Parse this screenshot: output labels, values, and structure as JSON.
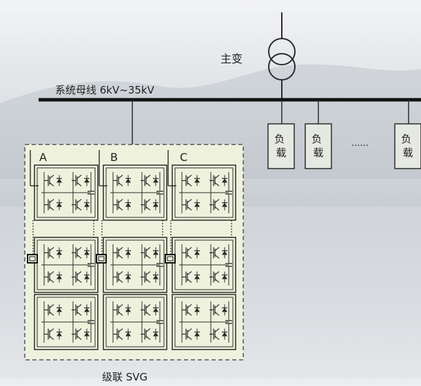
{
  "transformer_label": "主变",
  "bus_label": "系统母线 6kV~35kV",
  "phases": [
    "A",
    "B",
    "C"
  ],
  "load_label": "负\n载",
  "ellipsis": "......",
  "caption": "级联 SVG",
  "colors": {
    "background_top": "#e9ecef",
    "background_mid": "#c9cfd4",
    "svg_box_fill": "#eef2dc",
    "svg_box_border": "#555555",
    "line": "#2b2b2b",
    "load_fill": "#e6e8e2"
  }
}
